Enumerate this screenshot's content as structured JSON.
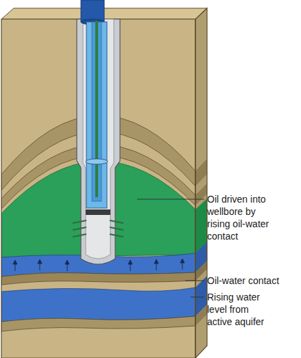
{
  "diagram": {
    "labels": [
      "Oil driven into wellbore by rising oil-water contact",
      "Oil-water contact",
      "Rising water level from active aquifer"
    ]
  }
}
